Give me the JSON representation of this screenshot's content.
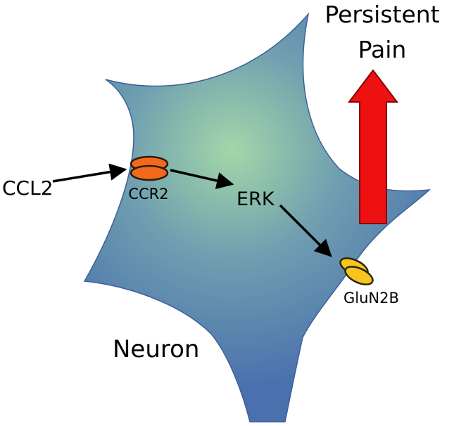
{
  "labels": {
    "ccl2": "CCL2",
    "ccr2": "CCR2",
    "erk": "ERK",
    "glun2b": "GluN2B",
    "neuron": "Neuron",
    "persistent_line1": "Persistent",
    "persistent_line2": "Pain"
  },
  "colors": {
    "neuron_center": "#a3d7a8",
    "neuron_mid": "#6f9fb0",
    "neuron_edge": "#4a70ad",
    "neuron_outline": "#3c5f98",
    "ccr2": "#f06a1a",
    "ccr2_outline": "#2b1a10",
    "glun2b": "#f7c51e",
    "glun2b_outline": "#2b2510",
    "pain_arrow": "#ee1111",
    "pain_arrow_outline": "#8a0000",
    "arrow": "#000000"
  }
}
